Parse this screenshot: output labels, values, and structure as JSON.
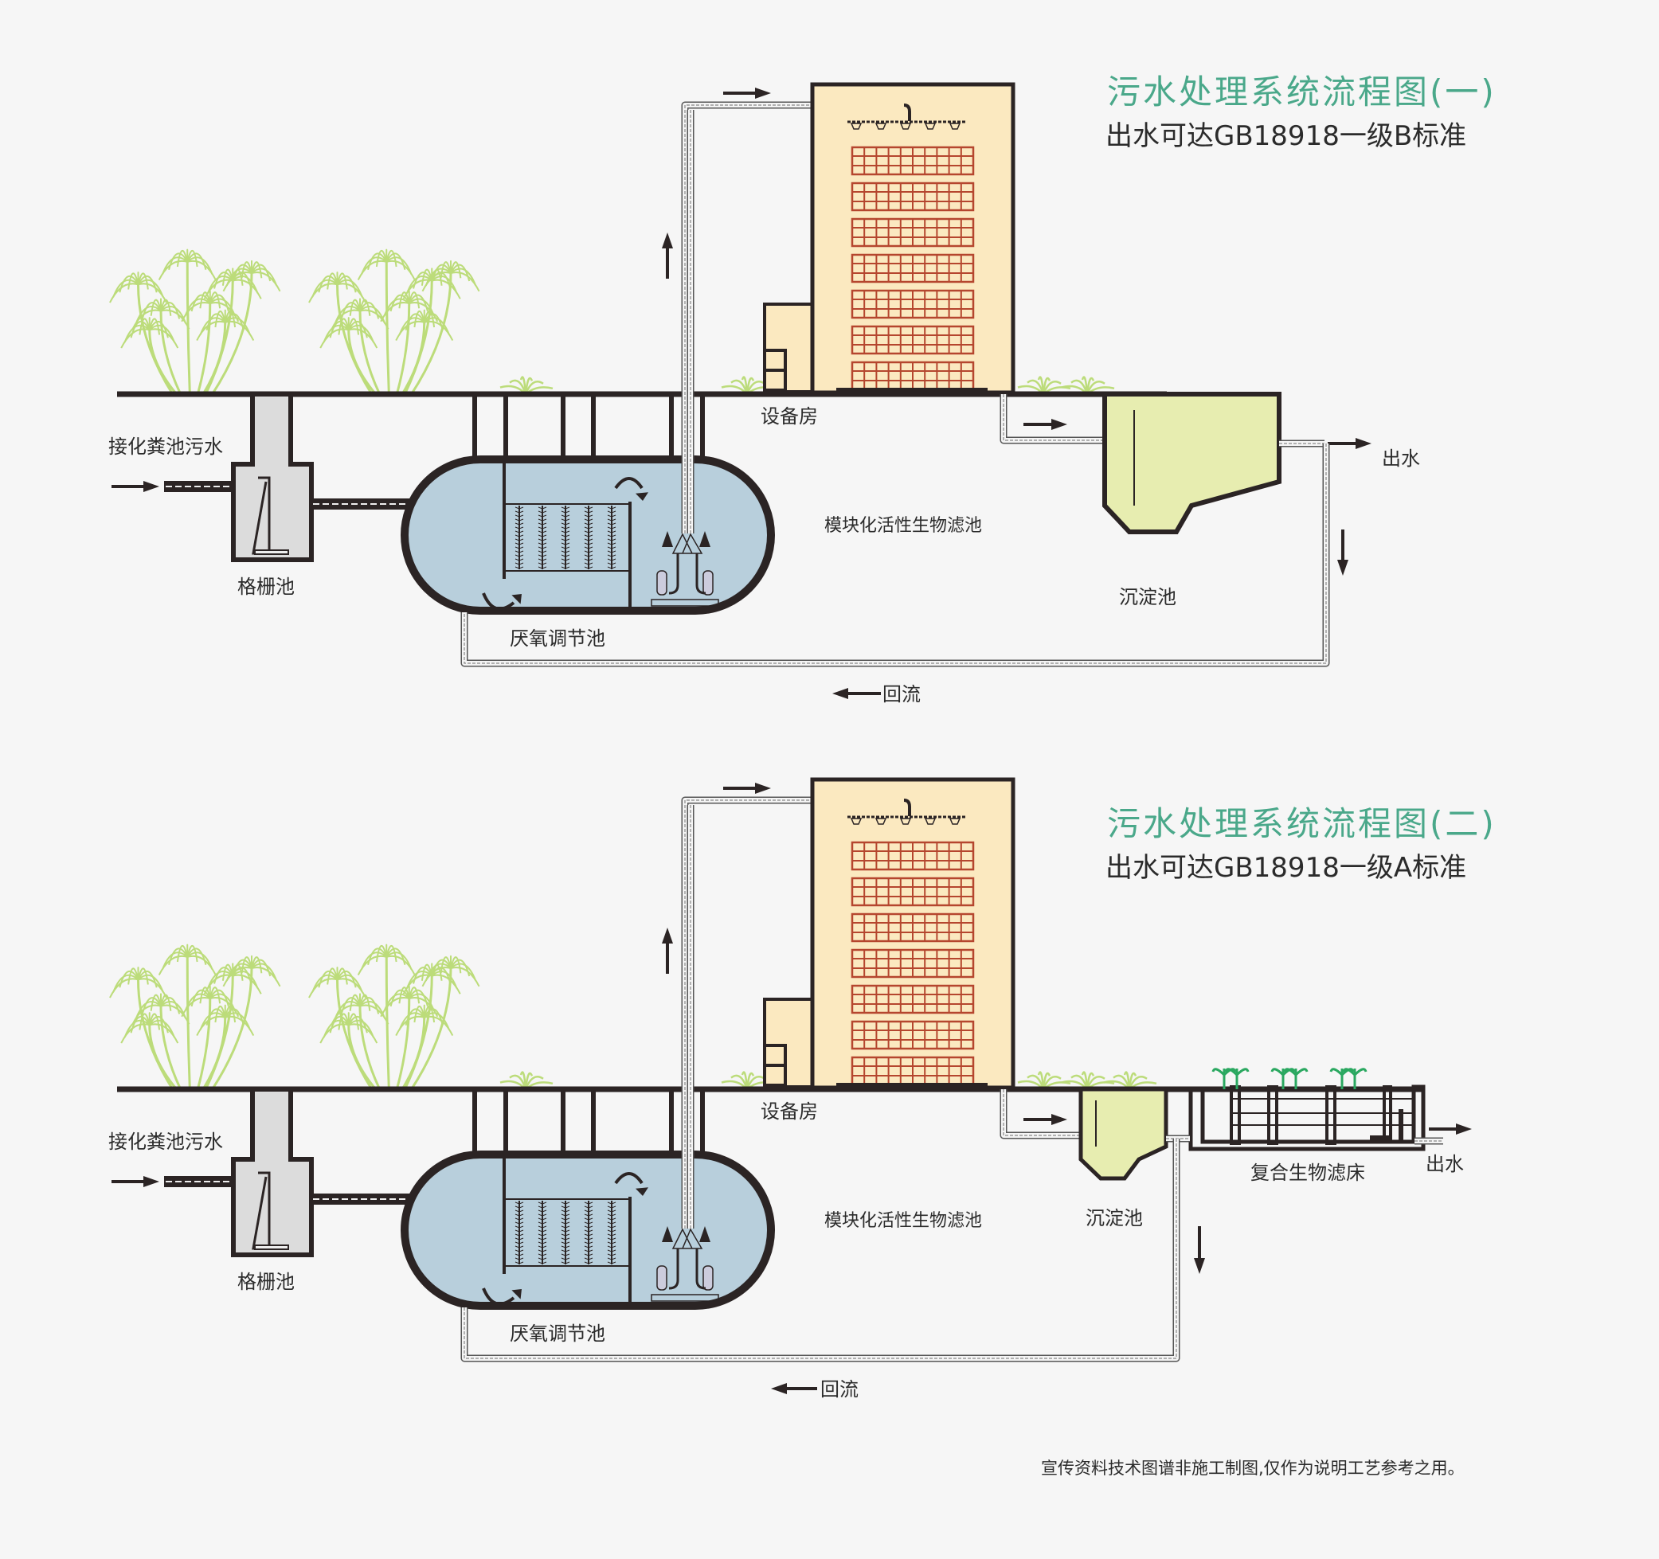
{
  "colors": {
    "background": "#f6f6f6",
    "wall": "#2b2424",
    "water": "#b8cfdc",
    "building": "#fbe9c0",
    "filter_grid": "#b5462e",
    "settling": "#e7edb0",
    "grating_tank": "#dcdcdc",
    "plant": "#bcdc7a",
    "seedling": "#2aa860",
    "title": "#4aa88a",
    "text": "#2b2b2b"
  },
  "diagrams": [
    {
      "title": "污水处理系统流程图(一)",
      "subtitle": "出水可达GB18918一级B标准",
      "labels": {
        "inlet": "接化粪池污水",
        "grating": "格栅池",
        "anaerobic": "厌氧调节池",
        "equipment_room": "设备房",
        "biofilter": "模块化活性生物滤池",
        "settling": "沉淀池",
        "outlet": "出水",
        "return": "回流"
      }
    },
    {
      "title": "污水处理系统流程图(二)",
      "subtitle": "出水可达GB18918一级A标准",
      "labels": {
        "inlet": "接化粪池污水",
        "grating": "格栅池",
        "anaerobic": "厌氧调节池",
        "equipment_room": "设备房",
        "biofilter": "模块化活性生物滤池",
        "settling": "沉淀池",
        "wetland": "复合生物滤床",
        "outlet": "出水",
        "return": "回流"
      }
    }
  ],
  "footer_note": "宣传资料技术图谱非施工制图,仅作为说明工艺参考之用。"
}
